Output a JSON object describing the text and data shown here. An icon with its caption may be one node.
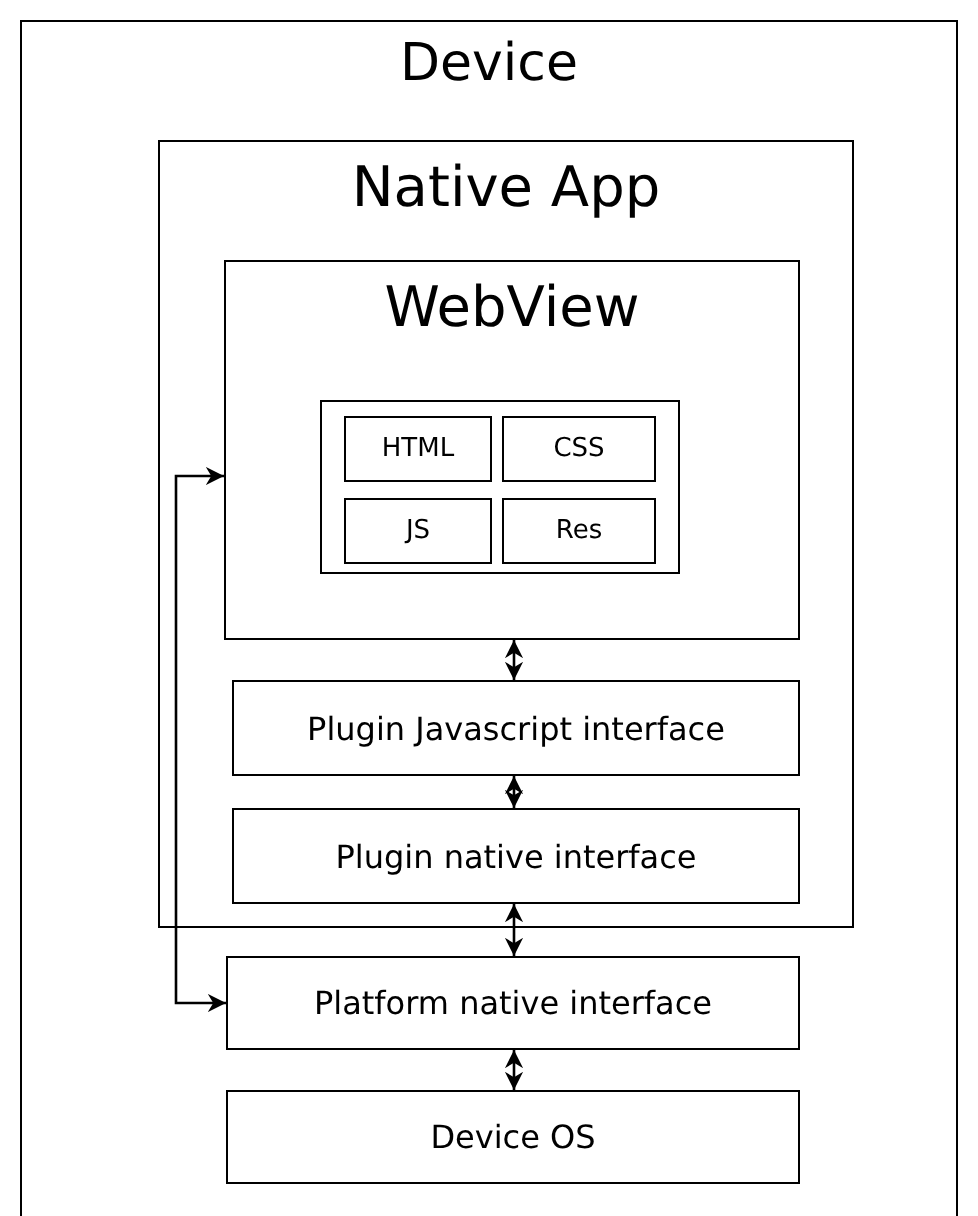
{
  "diagram": {
    "nodes": [
      {
        "text": [
          "Device"
        ]
      },
      {
        "text": [
          "Native App"
        ],
        "in": 0
      },
      {
        "text": [
          "WebView"
        ],
        "in": 1
      },
      {
        "text": [],
        "shape": "box",
        "in": 2
      },
      {
        "text": [
          "HTML"
        ],
        "in": 3
      },
      {
        "text": [
          "CSS"
        ],
        "in": 3
      },
      {
        "text": [
          "JS"
        ],
        "in": 3
      },
      {
        "text": [
          "Res"
        ],
        "in": 3
      },
      {
        "text": [
          "Plugin Javascript interface"
        ],
        "in": 1
      },
      {
        "text": [
          "Plugin native interface"
        ],
        "in": 1
      },
      {
        "text": [
          "Platform native interface"
        ],
        "in": 0
      },
      {
        "text": [
          "Device OS"
        ],
        "in": 0
      }
    ],
    "edges": [
      {
        "from": 2,
        "to": 8,
        "arrow": "both"
      },
      {
        "from": 8,
        "to": 9,
        "arrow": "both"
      },
      {
        "from": 9,
        "to": 10,
        "arrow": "both"
      },
      {
        "from": 10,
        "to": 11,
        "arrow": "both"
      },
      {
        "from": 10,
        "to": 2,
        "arrow": "both"
      }
    ]
  }
}
